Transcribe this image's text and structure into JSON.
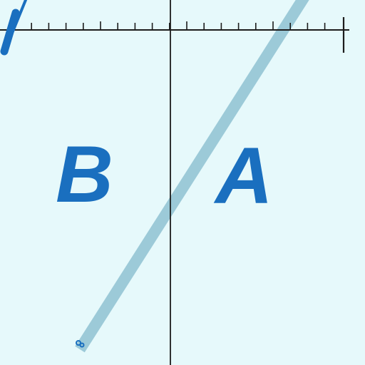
{
  "map": {
    "background_color": "#e6f9fb",
    "zone_labels": [
      {
        "text": "B",
        "color": "#1a6fbf"
      },
      {
        "text": "A",
        "color": "#1a6fbf"
      }
    ],
    "colors": {
      "grid_line": "#1c1c1c",
      "boundary_line": "#9ccad8",
      "edge_stroke": "#1a6fbf",
      "marker": "#1a6fbf"
    },
    "icons": [
      "boundary-line",
      "grid-scale-ticks",
      "corner-marker"
    ]
  }
}
